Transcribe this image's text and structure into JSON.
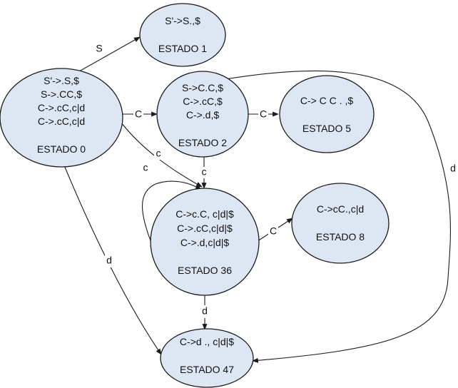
{
  "states": {
    "s0": {
      "items": [
        "S'->.S,$",
        "S->.CC,$",
        "C->.cC,c|d",
        "C->.cC,c|d"
      ],
      "name": "ESTADO 0"
    },
    "s1": {
      "items": [
        "S'->S.,$"
      ],
      "name": "ESTADO 1"
    },
    "s2": {
      "items": [
        "S->C.C,$",
        "C->.cC,$",
        "C->.d,$"
      ],
      "name": "ESTADO 2"
    },
    "s5": {
      "items": [
        "C-> C C . ,$"
      ],
      "name": "ESTADO 5"
    },
    "s36": {
      "items": [
        "C->c.C, c|d|$",
        "C->.cC,c|d|$",
        "C->.d,c|d|$"
      ],
      "name": "ESTADO 36"
    },
    "s8": {
      "items": [
        "C->cC.,c|d"
      ],
      "name": "ESTADO 8"
    },
    "s47": {
      "items": [
        "C->d ., c|d|$"
      ],
      "name": "ESTADO 47"
    }
  },
  "transitions": {
    "s0_s1": "S",
    "s0_s2": "C",
    "s0_s36": "c",
    "s0_s47": "d",
    "s2_s5": "C",
    "s2_s36": "c",
    "s2_s47": "d",
    "s36_s36": "c",
    "s36_s8": "C",
    "s36_s47": "d"
  },
  "colors": {
    "node_fill": "#dde6f3",
    "stroke": "#1a1a1a"
  }
}
